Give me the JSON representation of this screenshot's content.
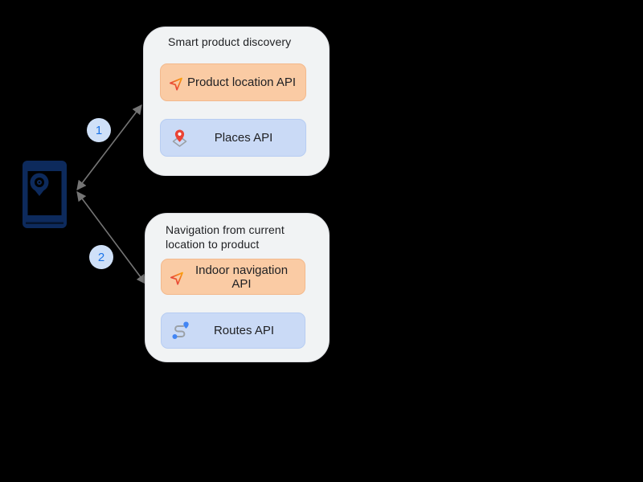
{
  "device": {
    "name": "mobile device with location pin on screen",
    "color": "#0d2a5c"
  },
  "arrows": [
    {
      "badge": "1",
      "from": "device",
      "to": "Smart product discovery",
      "bidirectional": true
    },
    {
      "badge": "2",
      "from": "device",
      "to": "Navigation from current location to product",
      "bidirectional": true
    }
  ],
  "groups": [
    {
      "title": "Smart product discovery",
      "apis": [
        {
          "label": "Product location API",
          "icon": "navigation-arrow-icon",
          "variant": "orange"
        },
        {
          "label": "Places API",
          "icon": "places-pin-icon",
          "variant": "blue"
        }
      ]
    },
    {
      "title": "Navigation from current location to product",
      "apis": [
        {
          "label": "Indoor navigation API",
          "icon": "navigation-arrow-icon",
          "variant": "orange"
        },
        {
          "label": "Routes API",
          "icon": "routes-icon",
          "variant": "blue"
        }
      ]
    }
  ],
  "colors": {
    "background": "#000000",
    "group_bg": "#f1f3f4",
    "group_border": "#dadce0",
    "chip_orange": "#facba4",
    "chip_blue": "#cadaf6",
    "badge_bg": "#cfe0f8",
    "badge_text": "#1a73e8",
    "arrow": "#757575",
    "device_navy": "#0d2a5c",
    "icon_red": "#ea4335",
    "icon_blue": "#4285f4",
    "icon_gray": "#9aa0a6",
    "text": "#202124"
  }
}
